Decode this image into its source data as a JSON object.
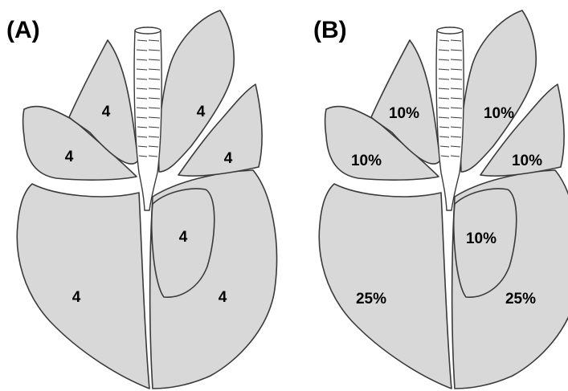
{
  "panels": [
    {
      "label": "(A)",
      "lobes": {
        "left_cranial_cranial": "4",
        "left_cranial_caudal": "4",
        "right_cranial": "4",
        "right_middle": "4",
        "accessory": "4",
        "left_caudal": "4",
        "right_caudal": "4"
      }
    },
    {
      "label": "(B)",
      "lobes": {
        "left_cranial_cranial": "10%",
        "left_cranial_caudal": "10%",
        "right_cranial": "10%",
        "right_middle": "10%",
        "accessory": "10%",
        "left_caudal": "25%",
        "right_caudal": "25%"
      }
    }
  ],
  "colors": {
    "lobe_fill": "#d8d8d8",
    "outline": "#3a3a3a",
    "trachea_fill": "#ffffff"
  }
}
